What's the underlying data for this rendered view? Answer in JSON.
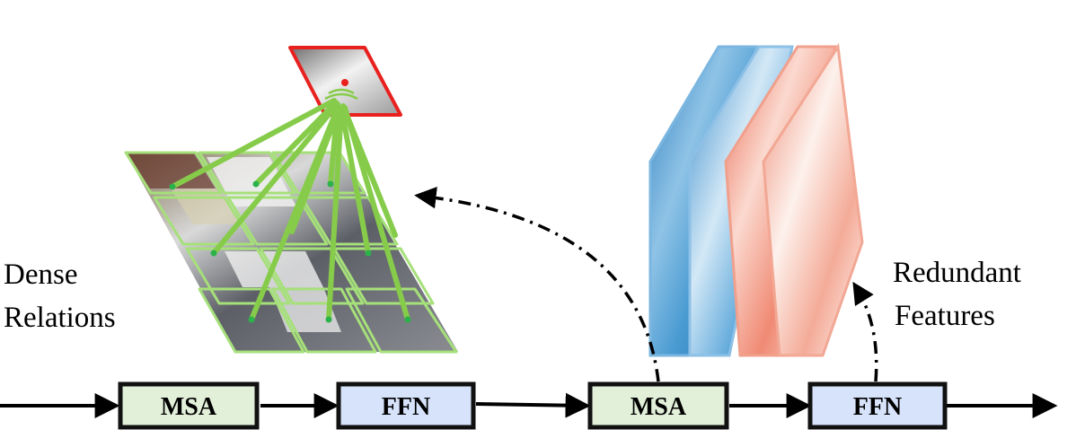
{
  "left_caption": {
    "line1": "Dense",
    "line2": "Relations"
  },
  "right_caption": {
    "line1": "Redundant",
    "line2": "Features"
  },
  "pipeline": {
    "blocks": [
      {
        "label": "MSA",
        "kind": "msa"
      },
      {
        "label": "FFN",
        "kind": "ffn"
      },
      {
        "label": "MSA",
        "kind": "msa"
      },
      {
        "label": "FFN",
        "kind": "ffn"
      }
    ]
  },
  "colors": {
    "msa_fill": "#e2efd9",
    "ffn_fill": "#d7e3fb",
    "block_border": "#111111",
    "query_border": "#e8211f",
    "grid_border": "#9fdc6f",
    "relation_line": "#86cc4a",
    "relation_dot": "#2cb24a",
    "feature_blue": "#3f8fc9",
    "feature_red": "#ec7a63"
  }
}
